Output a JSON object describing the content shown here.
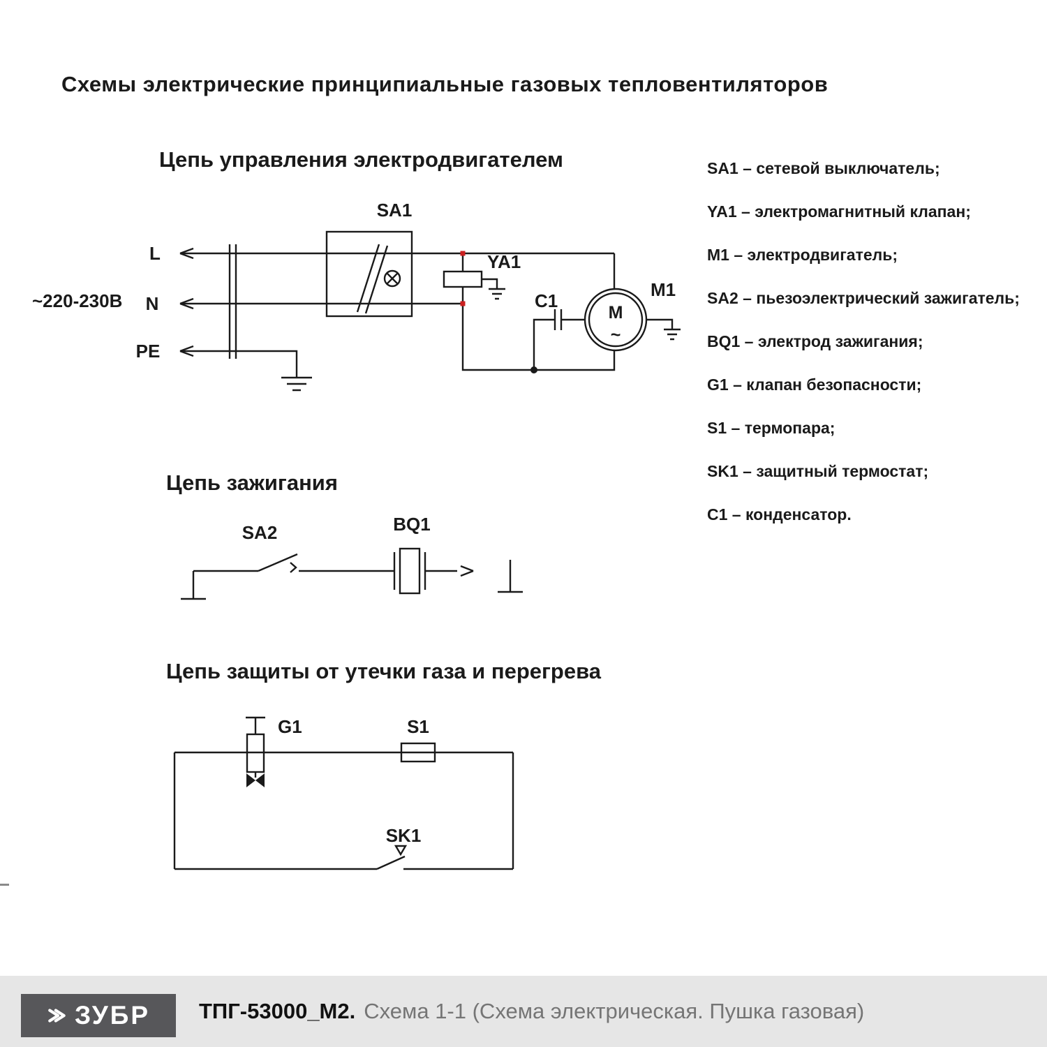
{
  "page": {
    "title": "Схемы электрические принципиальные газовых тепловентиляторов"
  },
  "circuits": {
    "motor": {
      "heading": "Цепь управления электродвигателем",
      "voltage": "~220-230В",
      "line_labels": {
        "l": "L",
        "n": "N",
        "pe": "PE"
      },
      "components": {
        "sa1": "SA1",
        "ya1": "YA1",
        "c1": "C1",
        "m1": "M1",
        "motor_letter": "M",
        "motor_ac": "~"
      }
    },
    "ignition": {
      "heading": "Цепь зажигания",
      "components": {
        "sa2": "SA2",
        "bq1": "BQ1"
      }
    },
    "protection": {
      "heading": "Цепь защиты от утечки газа и перегрева",
      "components": {
        "g1": "G1",
        "s1": "S1",
        "sk1": "SK1"
      }
    }
  },
  "legend": {
    "items": [
      "SA1 – сетевой выключатель;",
      "YA1 – электромагнитный клапан;",
      "M1 – электродвигатель;",
      "SA2 – пьезоэлектрический зажигатель;",
      "BQ1 – электрод зажигания;",
      "G1 – клапан безопасности;",
      "S1 – термопара;",
      "SK1 – защитный термостат;",
      "C1 – конденсатор."
    ]
  },
  "footer": {
    "brand": "ЗУБР",
    "model": "ТПГ-53000_М2.",
    "caption": "Схема 1-1 (Схема электрическая. Пушка газовая)"
  },
  "colors": {
    "line": "#1a1a1a",
    "accent_red": "#cc2020",
    "footer_bg": "#e6e6e6",
    "brand_bg": "#57575a",
    "caption_gray": "#757575"
  }
}
